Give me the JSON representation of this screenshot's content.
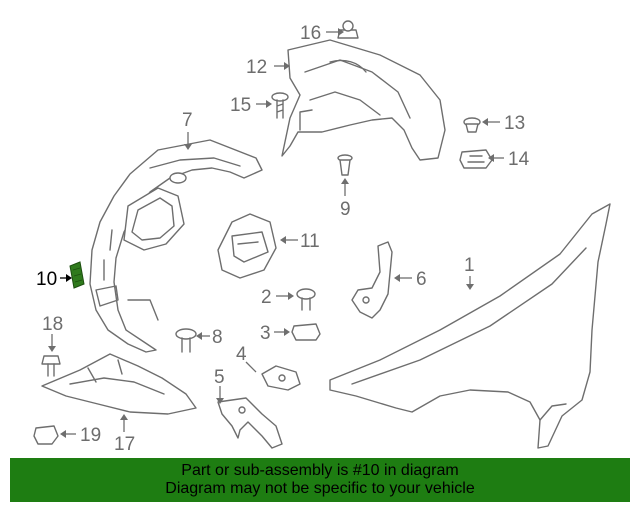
{
  "callouts": {
    "c1": "1",
    "c2": "2",
    "c3": "3",
    "c4": "4",
    "c5": "5",
    "c6": "6",
    "c7": "7",
    "c8": "8",
    "c9": "9",
    "c10": "10",
    "c11": "11",
    "c12": "12",
    "c13": "13",
    "c14": "14",
    "c15": "15",
    "c16": "16",
    "c17": "17",
    "c18": "18",
    "c19": "19"
  },
  "highlighted_part": "10",
  "colors": {
    "line_art": "#6e6e6e",
    "highlight_part": "#2f7a1c",
    "banner_background": "#1e7d12"
  },
  "banner": {
    "line1": "Part or sub-assembly is #10 in diagram",
    "line2": "Diagram may not be specific to your vehicle"
  }
}
